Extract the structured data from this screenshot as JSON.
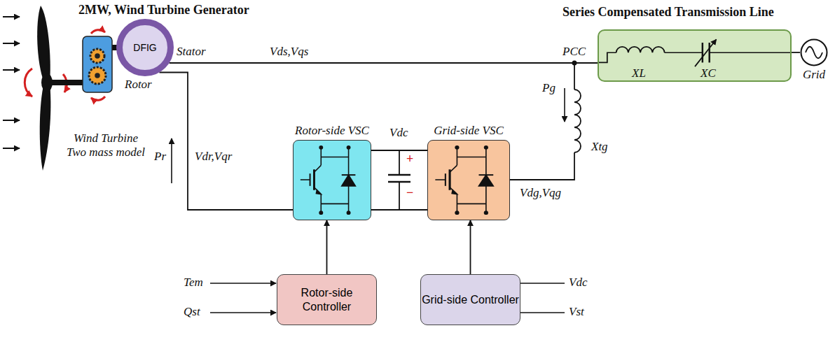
{
  "diagram": {
    "title": "2MW, Wind Turbine Generator",
    "nodes": [
      {
        "text": [
          "DFIG"
        ]
      },
      {
        "text": [
          "Series Compensated Transmission Line"
        ]
      },
      {
        "text": [
          "Grid"
        ]
      },
      {
        "text": [
          "Rotor-side VSC"
        ]
      },
      {
        "text": [
          "Grid-side VSC"
        ]
      },
      {
        "text": [
          "Rotor-side Controller"
        ]
      },
      {
        "text": [
          "Grid-side Controller"
        ]
      }
    ],
    "edges": [
      {
        "from": 0,
        "to": 1,
        "arrow": "none"
      },
      {
        "from": 1,
        "to": 2,
        "arrow": "none"
      },
      {
        "from": 0,
        "to": 3,
        "arrow": "none"
      },
      {
        "from": 3,
        "to": 4,
        "arrow": "none"
      },
      {
        "from": 4,
        "to": 1,
        "arrow": "none"
      },
      {
        "from": 5,
        "to": 3,
        "arrow": "to"
      },
      {
        "from": 6,
        "to": 4,
        "arrow": "to"
      }
    ],
    "labels": [
      "Stator",
      "Vds,Vqs",
      "PCC",
      "XL",
      "XC",
      "Wind Turbine Two mass model",
      "Rotor",
      "Pr",
      "Vdr,Vqr",
      "Vdc",
      "+",
      "−",
      "Pg",
      "Xtg",
      "Vdg,Vqg",
      "Tem",
      "Qst",
      "Vdc",
      "Vst"
    ]
  }
}
